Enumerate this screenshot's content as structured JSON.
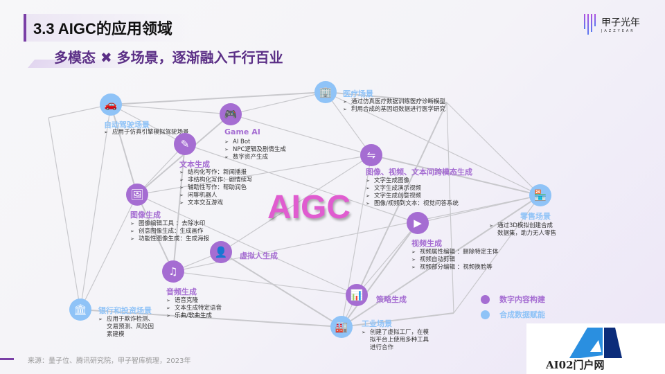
{
  "header": {
    "title": "3.3 AIGC的应用领域",
    "subtitle": "多模态 ✖ 多场景，逐渐融入千行百业"
  },
  "logo": {
    "name": "甲子光年",
    "tagline": "JAZZYEAR"
  },
  "center_label": "AIGC",
  "colors": {
    "digital_content": "#a56dd2",
    "synthetic_data": "#8fc3f7",
    "accent": "#7a3fa6"
  },
  "nodes": {
    "auto": {
      "icon": "car-icon",
      "title": "自动驾驶场景",
      "items": [
        "应用于仿真引擎模拟驾驶场景"
      ]
    },
    "game": {
      "icon": "gamepad-icon",
      "title": "Game AI",
      "items": [
        "AI Bot",
        "NPC逻辑及剧情生成",
        "数字资产生成"
      ]
    },
    "text": {
      "icon": "edit-icon",
      "title": "文本生成",
      "items": [
        "结构化写作：新闻播报",
        "非结构化写作：剧情续写",
        "辅助性写作：帮助润色",
        "闲聊机器人",
        "文本交互游戏"
      ]
    },
    "medical": {
      "icon": "hospital-icon",
      "title": "医疗场景",
      "items": [
        "通过仿真医疗数据训练医疗诊断模型",
        "利用合成的基因组数据进行医学研究"
      ]
    },
    "cross": {
      "icon": "exchange-icon",
      "title": "图像、视频、文本间跨模态生成",
      "items": [
        "文字生成图像",
        "文字生成演示视频",
        "文字生成创意视频",
        "图像/视频到文本：视觉问答系统"
      ]
    },
    "image": {
      "icon": "image-icon",
      "title": "图像生成",
      "items": [
        "图像编辑工具 ：去除水印",
        "创意图像生成：生成画作",
        "功能性图像生成：生成海报"
      ]
    },
    "retail": {
      "icon": "store-icon",
      "title": "零售场景",
      "items": [
        "通过3D模拟创建合成数据集，助力无人零售"
      ]
    },
    "video": {
      "icon": "video-icon",
      "title": "视频生成",
      "items": [
        "视频属性编辑 ：删除特定主体",
        "视频自动剪辑",
        "视频部分编辑 ：视频换脸等"
      ]
    },
    "virtual": {
      "icon": "avatar-icon",
      "title": "虚拟人生成"
    },
    "audio": {
      "icon": "music-file-icon",
      "title": "音频生成",
      "items": [
        "语音克隆",
        "文本生成特定语音",
        "乐曲/歌曲生成"
      ]
    },
    "bank": {
      "icon": "bank-icon",
      "title": "银行和投资场景",
      "items": [
        "应用于欺诈检测、交易预测、风险因素建模"
      ]
    },
    "strategy": {
      "icon": "chart-monitor-icon",
      "title": "策略生成"
    },
    "industry": {
      "icon": "factory-icon",
      "title": "工业场景",
      "items": [
        "创建了虚拟工厂，在模拟平台上使用多种工具进行合作"
      ]
    }
  },
  "legend": [
    {
      "label": "数字内容构建"
    },
    {
      "label": "合成数据赋能"
    }
  ],
  "source": "来源：量子位、腾讯研究院，甲子智库梳理，2023年",
  "watermark": {
    "text": "AI02门户网"
  }
}
